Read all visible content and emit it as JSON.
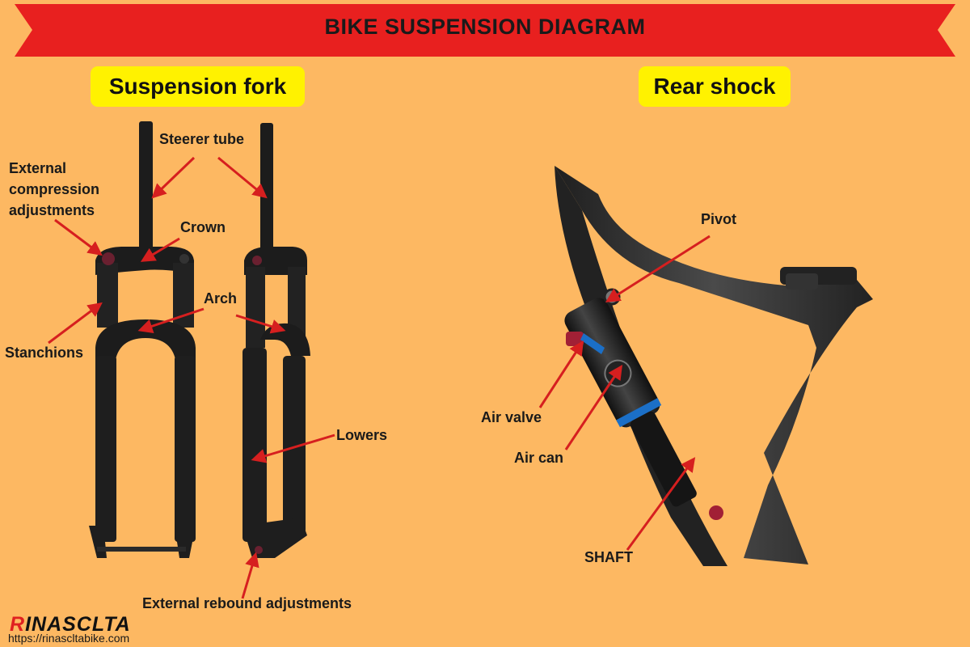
{
  "banner": {
    "title": "BIKE SUSPENSION DIAGRAM",
    "color": "#e8201f"
  },
  "fork_section": {
    "title": "Suspension fork",
    "labels": {
      "steerer_tube": "Steerer tube",
      "external_compression_line1": "External",
      "external_compression_line2": "compression",
      "external_compression_line3": "adjustments",
      "crown": "Crown",
      "arch": "Arch",
      "stanchions": "Stanchions",
      "lowers": "Lowers",
      "external_rebound": "External rebound  adjustments"
    }
  },
  "shock_section": {
    "title": "Rear shock",
    "labels": {
      "pivot": "Pivot",
      "air_valve": "Air valve",
      "air_can": "Air can",
      "shaft": "SHAFT"
    }
  },
  "footer": {
    "brand_accent": "R",
    "brand_rest": "INASCLTA",
    "url": "https://rinascltabike.com"
  },
  "colors": {
    "background": "#fdb862",
    "title_box": "#fff200",
    "arrow": "#d61f1f",
    "fork_body": "#1c1c1c",
    "frame": "#2e2e2e"
  }
}
